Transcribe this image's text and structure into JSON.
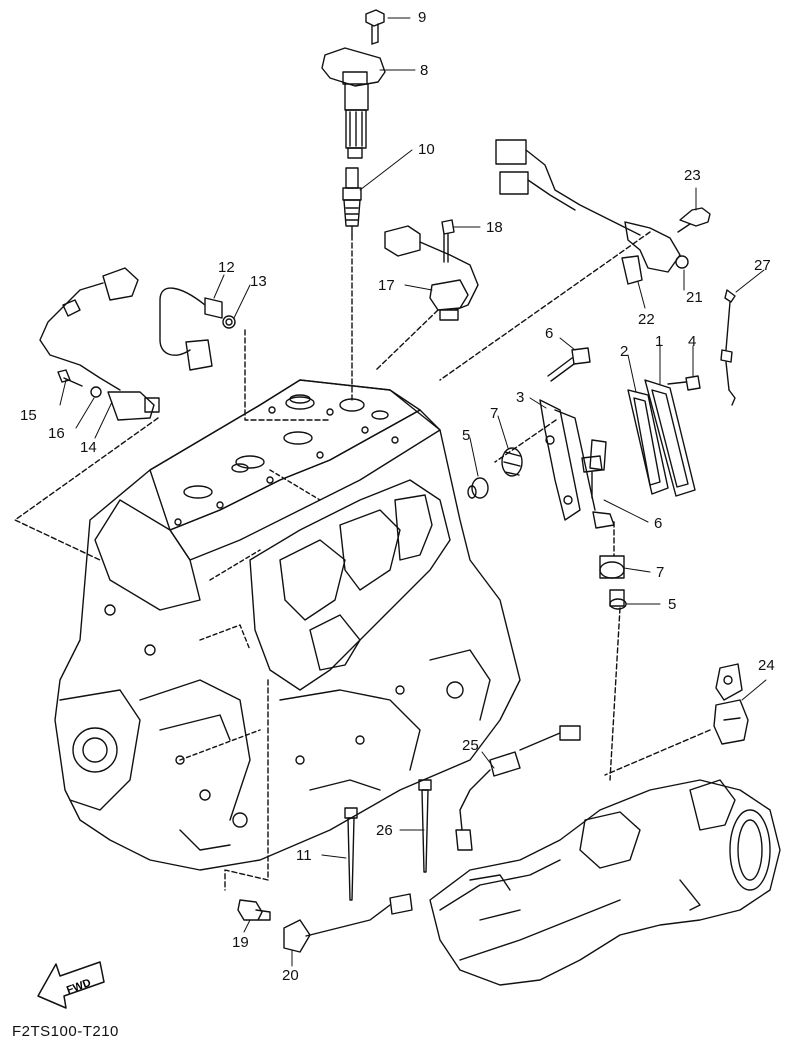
{
  "diagram": {
    "footer_code": "F2TS100-T210",
    "direction_label": "FWD",
    "callouts": [
      {
        "id": "c9",
        "text": "9"
      },
      {
        "id": "c8",
        "text": "8"
      },
      {
        "id": "c10",
        "text": "10"
      },
      {
        "id": "c18",
        "text": "18"
      },
      {
        "id": "c17",
        "text": "17"
      },
      {
        "id": "c23",
        "text": "23"
      },
      {
        "id": "c21",
        "text": "21"
      },
      {
        "id": "c22",
        "text": "22"
      },
      {
        "id": "c27",
        "text": "27"
      },
      {
        "id": "c12",
        "text": "12"
      },
      {
        "id": "c13",
        "text": "13"
      },
      {
        "id": "c15",
        "text": "15"
      },
      {
        "id": "c16",
        "text": "16"
      },
      {
        "id": "c14",
        "text": "14"
      },
      {
        "id": "c6a",
        "text": "6"
      },
      {
        "id": "c2",
        "text": "2"
      },
      {
        "id": "c1",
        "text": "1"
      },
      {
        "id": "c4",
        "text": "4"
      },
      {
        "id": "c3",
        "text": "3"
      },
      {
        "id": "c5a",
        "text": "5"
      },
      {
        "id": "c7a",
        "text": "7"
      },
      {
        "id": "c6b",
        "text": "6"
      },
      {
        "id": "c7b",
        "text": "7"
      },
      {
        "id": "c5b",
        "text": "5"
      },
      {
        "id": "c24",
        "text": "24"
      },
      {
        "id": "c25",
        "text": "25"
      },
      {
        "id": "c26",
        "text": "26"
      },
      {
        "id": "c11",
        "text": "11"
      },
      {
        "id": "c19",
        "text": "19"
      },
      {
        "id": "c20",
        "text": "20"
      }
    ]
  }
}
